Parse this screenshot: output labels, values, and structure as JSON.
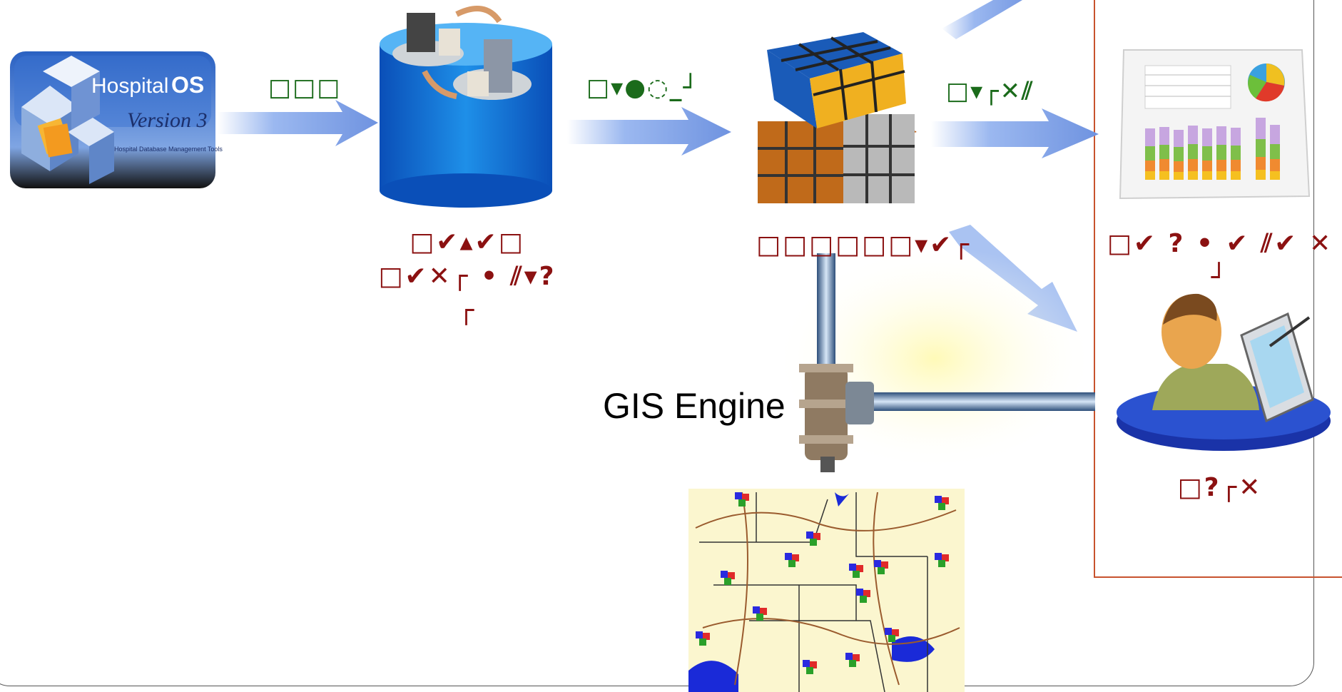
{
  "logo": {
    "brand": "Hospital",
    "brand_bold": "OS",
    "version": "Version 3",
    "tagline": "Hospital Database Management Tools"
  },
  "labels": {
    "extract": "□□□",
    "load": "□▾●◌_┘",
    "report_flow": "□▾┌✕⫽",
    "warehouse_line1": "□✔▴✔□",
    "warehouse_line2": "□✔✕┌ • ⫽▾?",
    "warehouse_line3": "┌",
    "cube": "□□□□□□▾✔┌",
    "report_line1": "□✔ ? • ✔ ⫽✔ ✕",
    "report_line2": "┘",
    "user": "□?┌✕",
    "gis": "GIS Engine"
  },
  "colors": {
    "green_text": "#1b6b1b",
    "red_text": "#8b1111",
    "panel_border": "#c8532e",
    "arrow": "#7fa2e8"
  }
}
